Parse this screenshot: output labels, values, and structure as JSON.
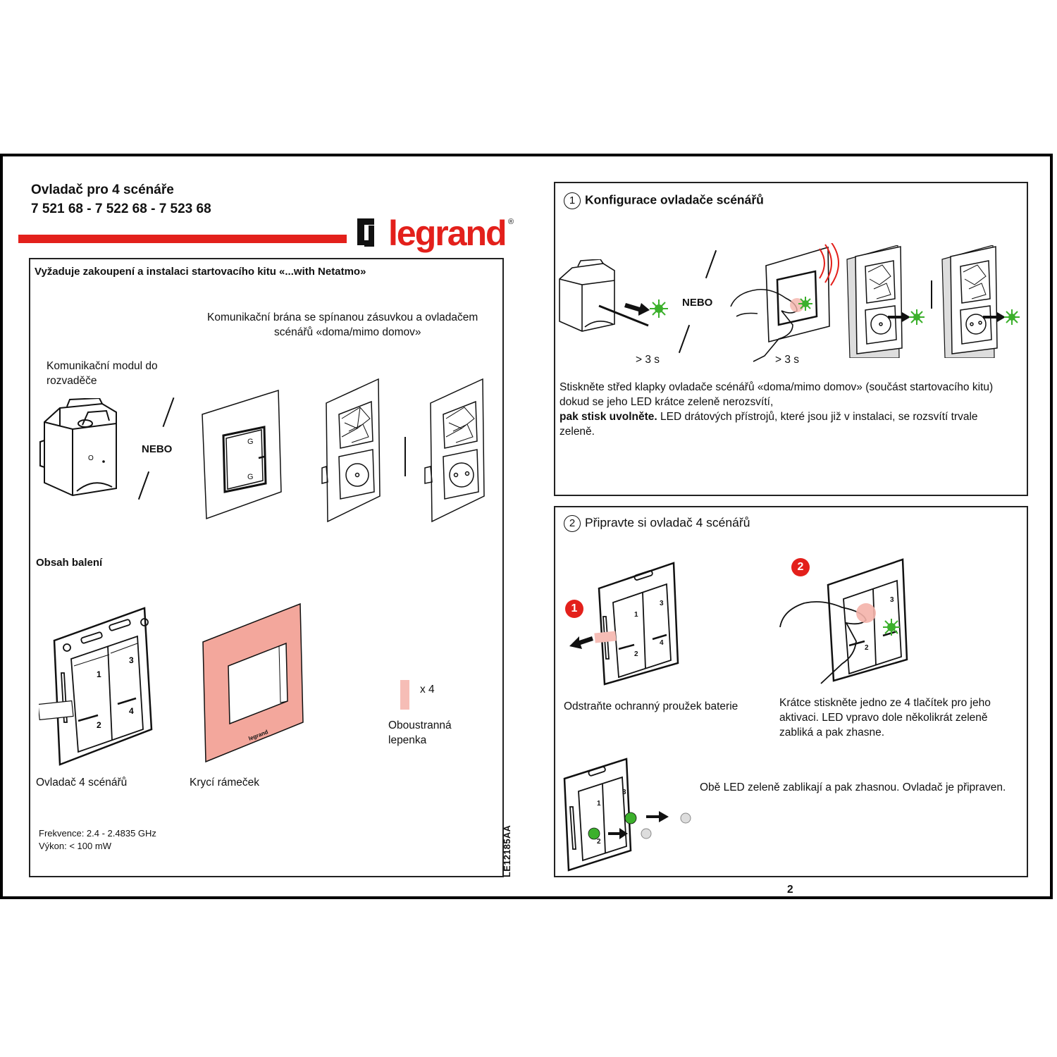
{
  "header": {
    "title_line1": "Ovladač pro 4 scénáře",
    "title_line2": "7 521 68 - 7 522 68 - 7 523 68",
    "brand": "legrand",
    "brand_mark": "®",
    "accent_color": "#e3201b"
  },
  "left": {
    "requirement": "Vyžaduje zakoupení a instalaci startovacího kitu «...with Netatmo»",
    "gateway_label_1": "Komunikační brána se spínanou zásuvkou a ovladačem",
    "gateway_label_2": "scénářů «doma/mimo domov»",
    "module_label_1": "Komunikační modul do",
    "module_label_2": "rozvaděče",
    "or": "NEBO",
    "package_title": "Obsah balení",
    "item_controller": "Ovladač 4 scénářů",
    "item_frame": "Krycí rámeček",
    "item_tape_qty": "x 4",
    "item_tape_1": "Oboustranná",
    "item_tape_2": "lepenka",
    "freq": "Frekvence: 2.4 - 2.4835 GHz",
    "power": "Výkon: < 100 mW",
    "doc_code": "LE12185AA",
    "button_numbers": [
      "1",
      "2",
      "3",
      "4"
    ]
  },
  "section1": {
    "num": "1",
    "title": "Konfigurace ovladače scénářů",
    "or": "NEBO",
    "time_a": "> 3 s",
    "time_b": "> 3 s",
    "text_1": "Stiskněte střed klapky ovladače scénářů «doma/mimo domov» (součást startovacího kitu)",
    "text_2": "dokud se jeho LED krátce zeleně nerozsvítí,",
    "text_3_bold": "pak stisk uvolněte.",
    "text_3_rest": " LED drátových přístrojů, které jsou již v instalaci, se rozsvítí trvale",
    "text_4": "zeleně."
  },
  "section2": {
    "num": "2",
    "title": "Připravte si ovladač 4 scénářů",
    "step1_num": "1",
    "step2_num": "2",
    "step1_text": "Odstraňte ochranný proužek baterie",
    "step2_text_1": "Krátce stiskněte jedno ze 4 tlačítek pro jeho",
    "step2_text_2": "aktivaci. LED vpravo dole několikrát zeleně",
    "step2_text_3": "zabliká a pak zhasne.",
    "final_text": "Obě LED zeleně zablikají a pak zhasnou. Ovladač je připraven."
  },
  "page_number": "2",
  "colors": {
    "led_green": "#3cb02c",
    "frame_pink": "#f3a79c",
    "tape_pink": "#f6bdb6"
  }
}
